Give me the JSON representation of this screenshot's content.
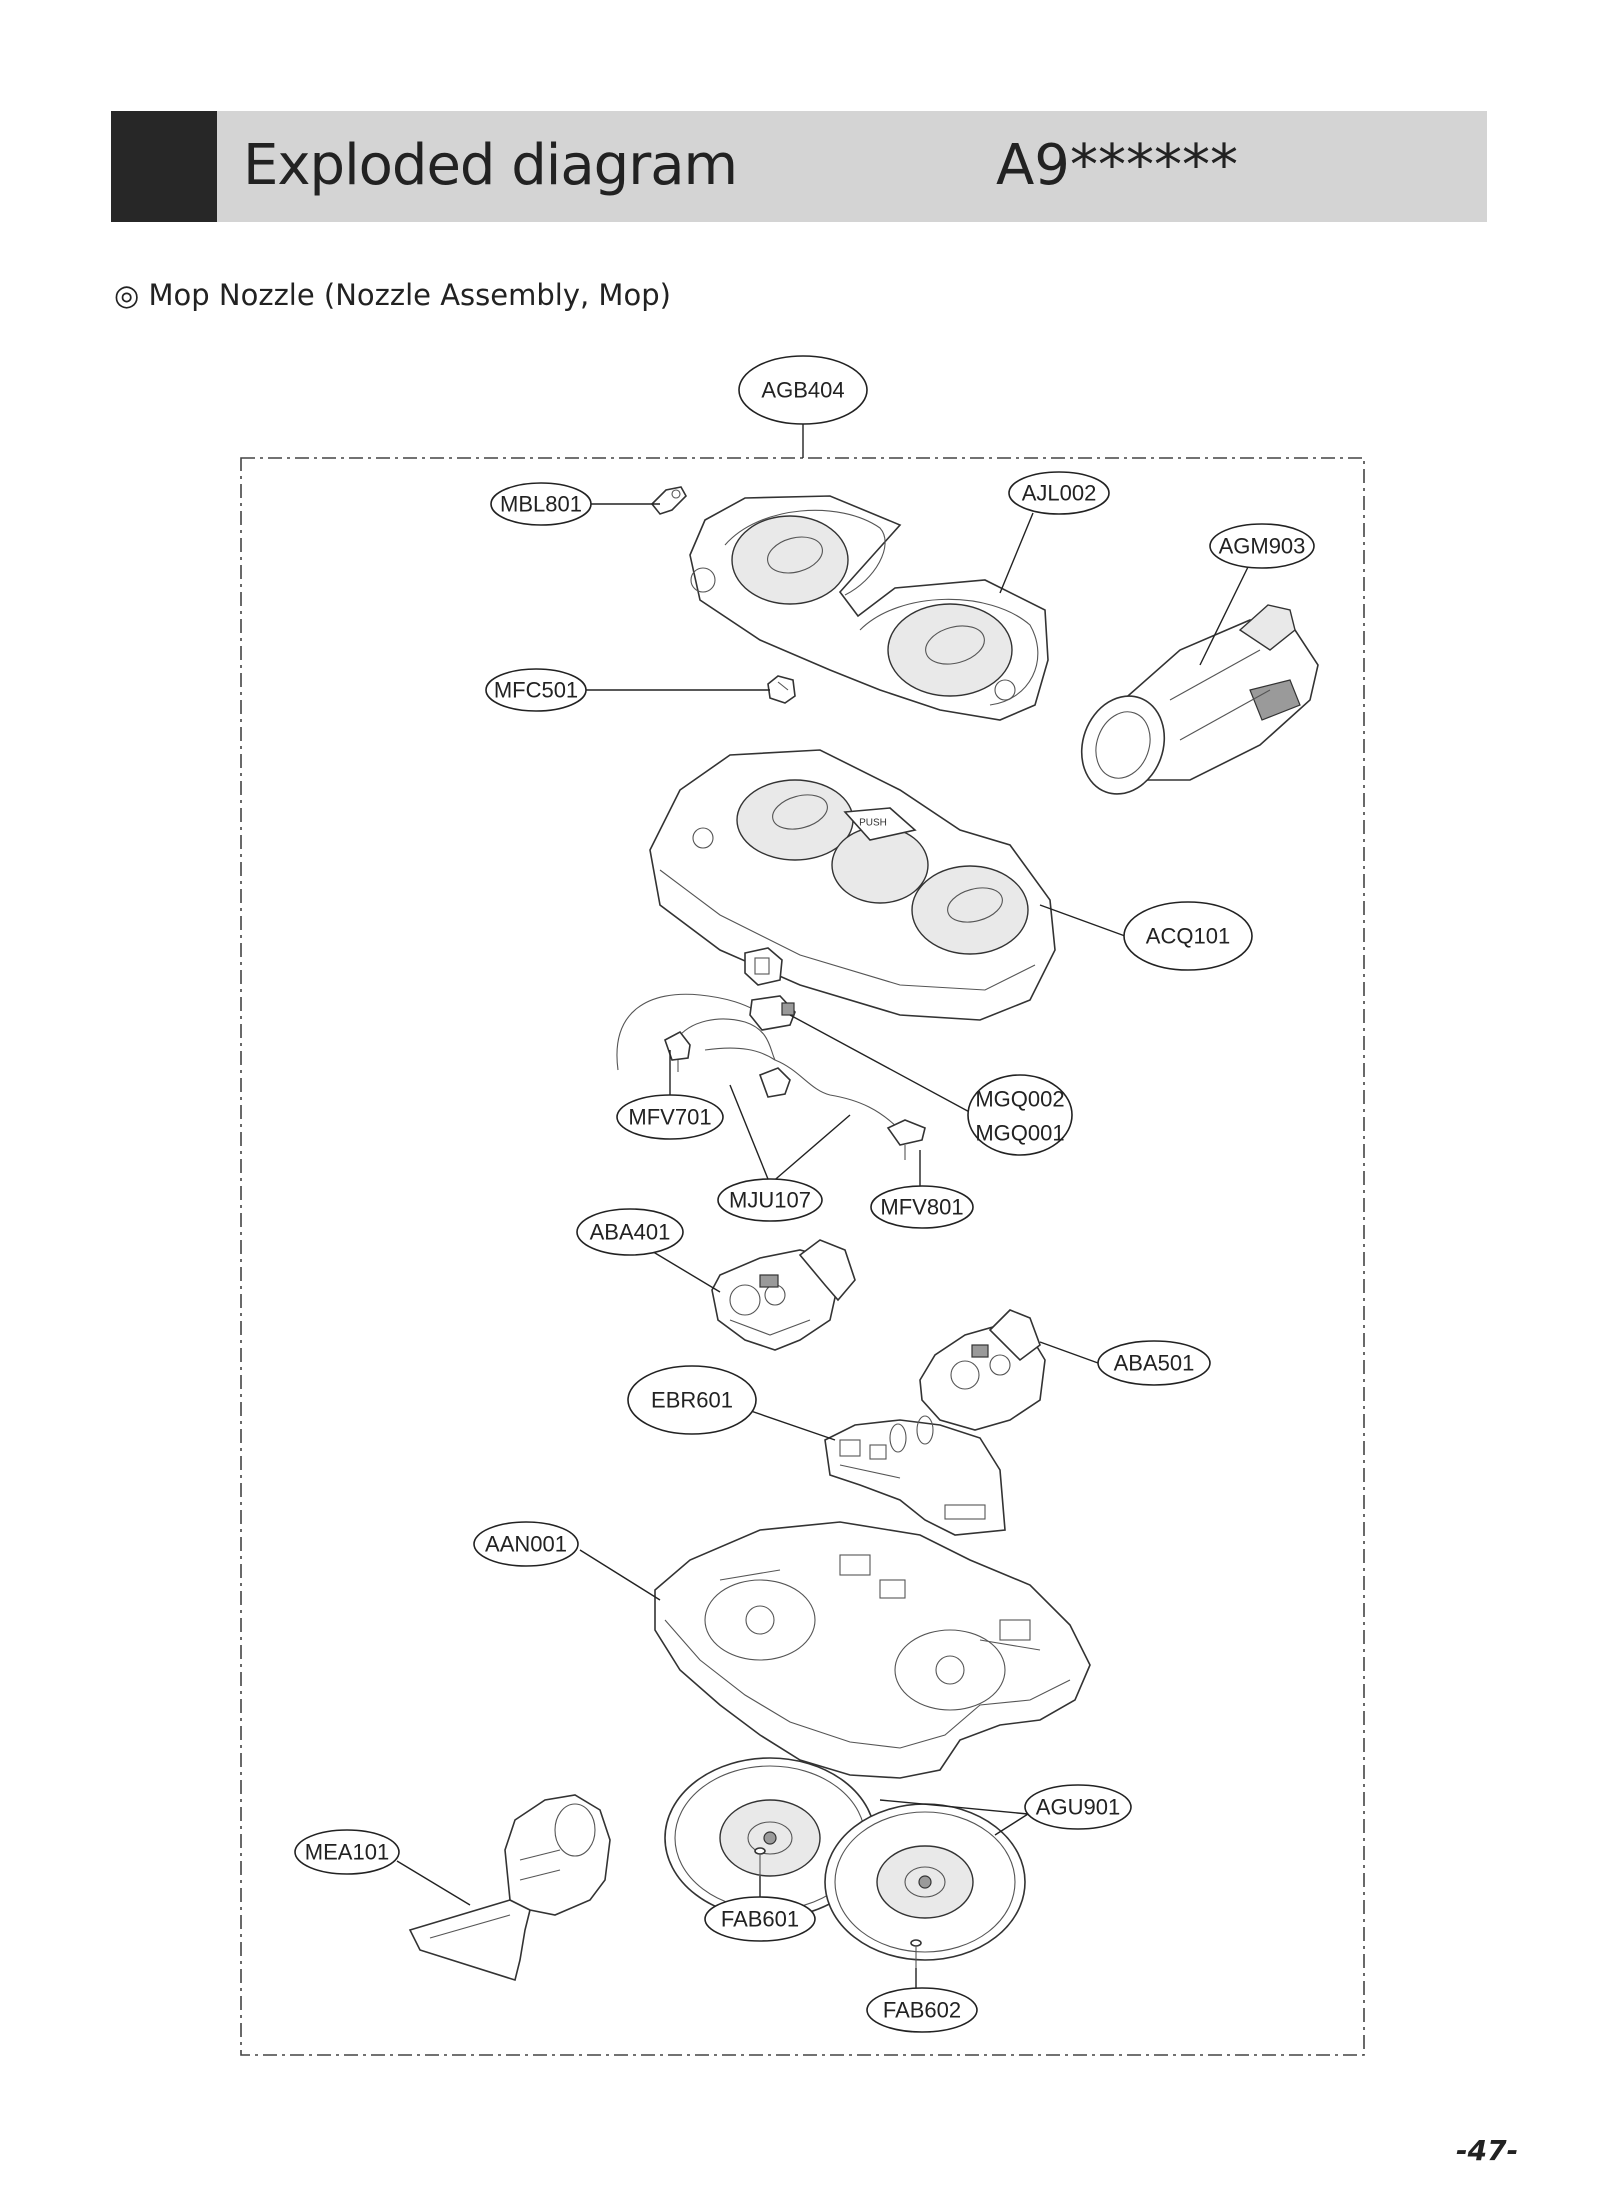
{
  "header": {
    "title": "Exploded diagram",
    "model": "A9******"
  },
  "section": {
    "heading": "◎ Mop Nozzle (Nozzle Assembly, Mop)"
  },
  "page_number": "-47-",
  "parts": {
    "AGB404": "AGB404",
    "MBL801": "MBL801",
    "AJL002": "AJL002",
    "AGM903": "AGM903",
    "MFC501": "MFC501",
    "ACQ101": "ACQ101",
    "MGQ002": "MGQ002",
    "MGQ001": "MGQ001",
    "MFV701": "MFV701",
    "MJU107": "MJU107",
    "MFV801": "MFV801",
    "ABA401": "ABA401",
    "ABA501": "ABA501",
    "EBR601": "EBR601",
    "AAN001": "AAN001",
    "AGU901": "AGU901",
    "MEA101": "MEA101",
    "FAB601": "FAB601",
    "FAB602": "FAB602"
  },
  "push_label": "PUSH"
}
